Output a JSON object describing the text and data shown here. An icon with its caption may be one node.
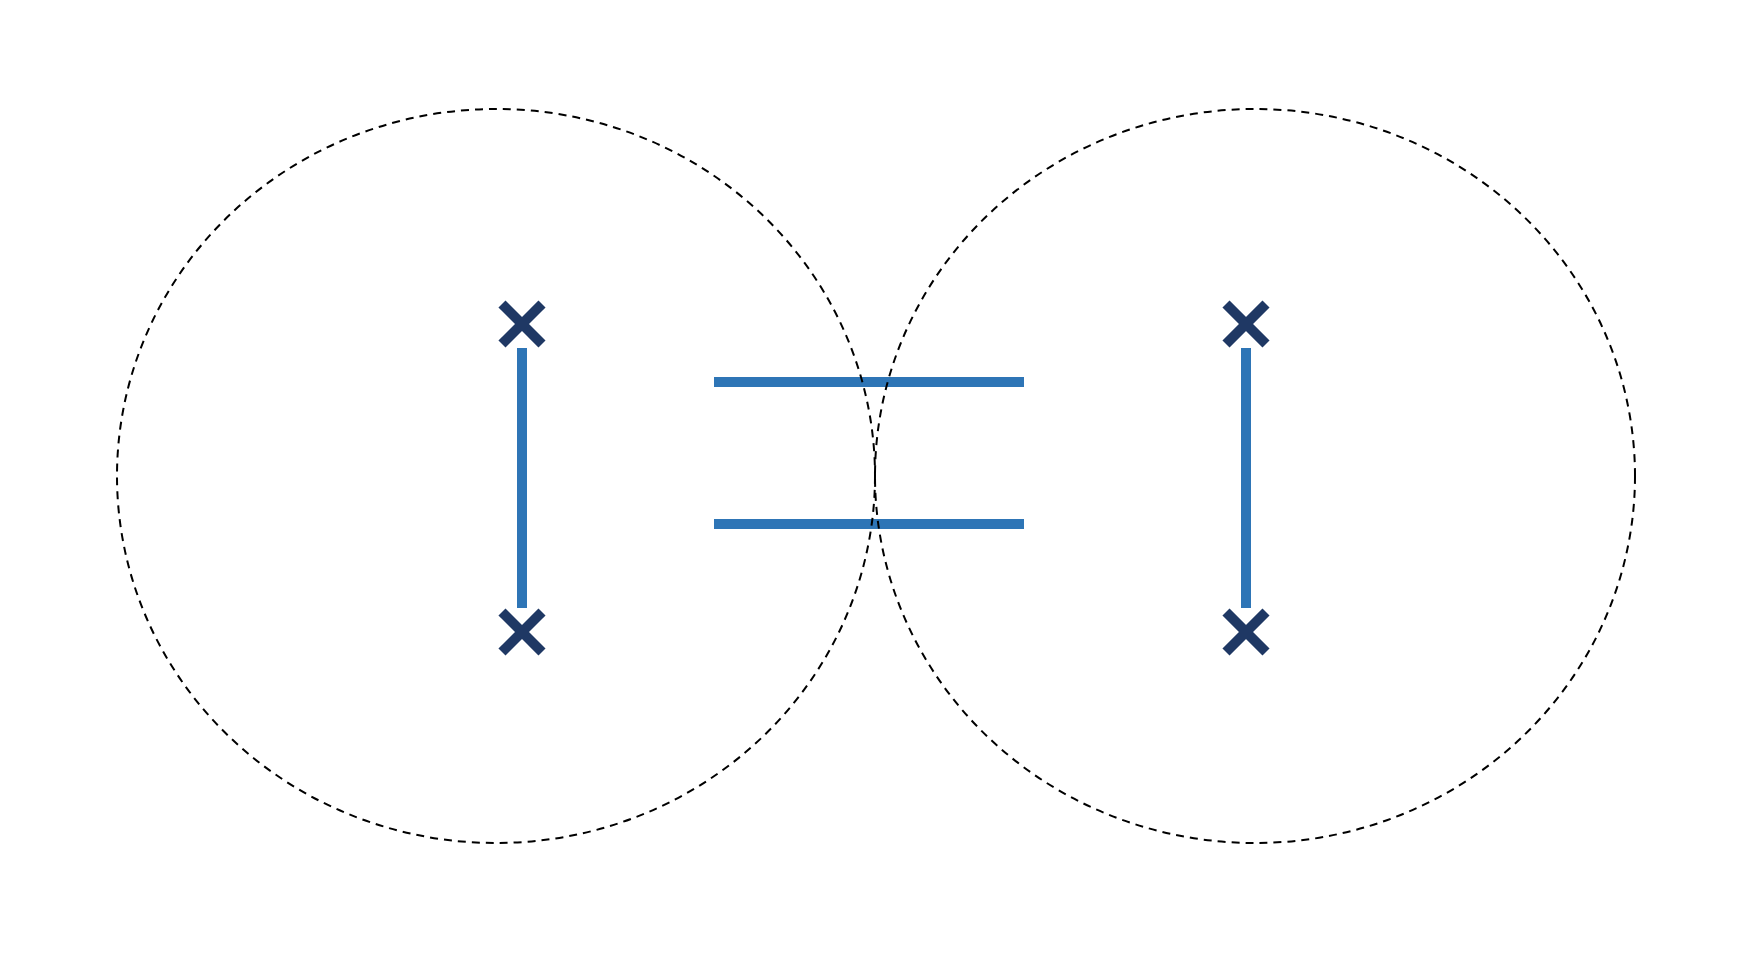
{
  "diagram": {
    "nodes": [
      {
        "text": [],
        "shape": "circle"
      },
      {
        "text": [],
        "shape": "circle"
      },
      {
        "text": [],
        "shape": "cross",
        "in": 0
      },
      {
        "text": [],
        "shape": "cross",
        "in": 0
      },
      {
        "text": [],
        "shape": "cross",
        "in": 1
      },
      {
        "text": [],
        "shape": "cross",
        "in": 1
      }
    ],
    "edges": [
      {
        "from": 2,
        "to": 3,
        "arrow": "none"
      },
      {
        "from": 4,
        "to": 5,
        "arrow": "none"
      }
    ]
  }
}
